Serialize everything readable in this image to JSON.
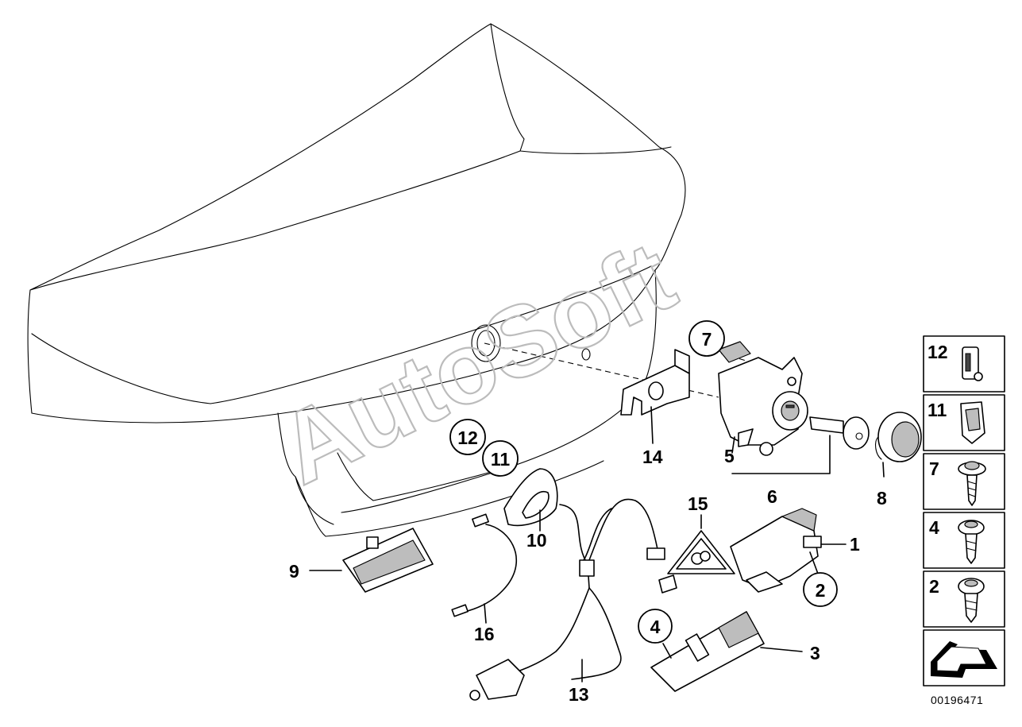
{
  "watermark": "AutoSoft",
  "callouts": {
    "p1": "1",
    "p2": "2",
    "p3": "3",
    "p4": "4",
    "p5": "5",
    "p6": "6",
    "p7": "7",
    "p8": "8",
    "p9": "9",
    "p10": "10",
    "p11": "11",
    "p12": "12",
    "p13": "13",
    "p14": "14",
    "p15": "15",
    "p16": "16"
  },
  "legend": {
    "items": [
      {
        "num": "12",
        "icon": "clip-icon"
      },
      {
        "num": "11",
        "icon": "clip-icon"
      },
      {
        "num": "7",
        "icon": "flange-screw-icon"
      },
      {
        "num": "4",
        "icon": "flange-screw-icon"
      },
      {
        "num": "2",
        "icon": "flange-screw-icon"
      }
    ],
    "arrow_icon": "direction-arrow-icon"
  },
  "diagram_id": "00196471"
}
